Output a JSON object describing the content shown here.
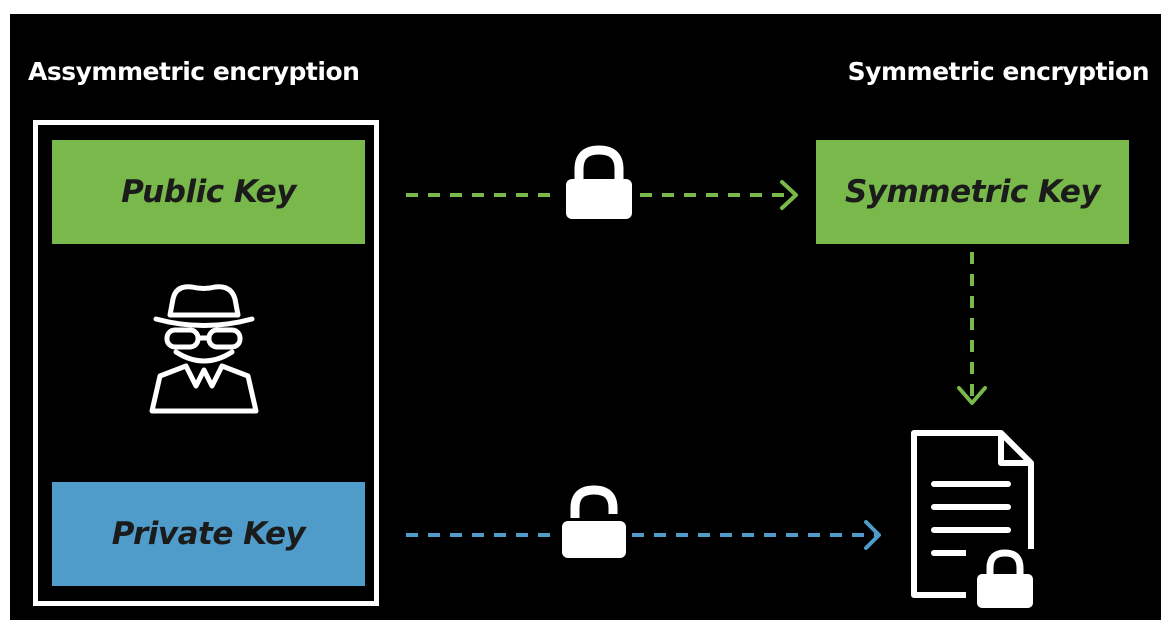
{
  "headings": {
    "left": "Assymmetric encryption",
    "right": "Symmetric encryption"
  },
  "keys": {
    "public": "Public Key",
    "private": "Private Key",
    "symmetric": "Symmetric Key"
  },
  "icons": {
    "spy": "spy-incognito-icon",
    "locked": "padlock-closed-icon",
    "unlocked": "padlock-open-icon",
    "document": "locked-document-icon"
  },
  "colors": {
    "background": "#000000",
    "green": "#79b84a",
    "blue": "#4f9cca",
    "white": "#ffffff"
  }
}
